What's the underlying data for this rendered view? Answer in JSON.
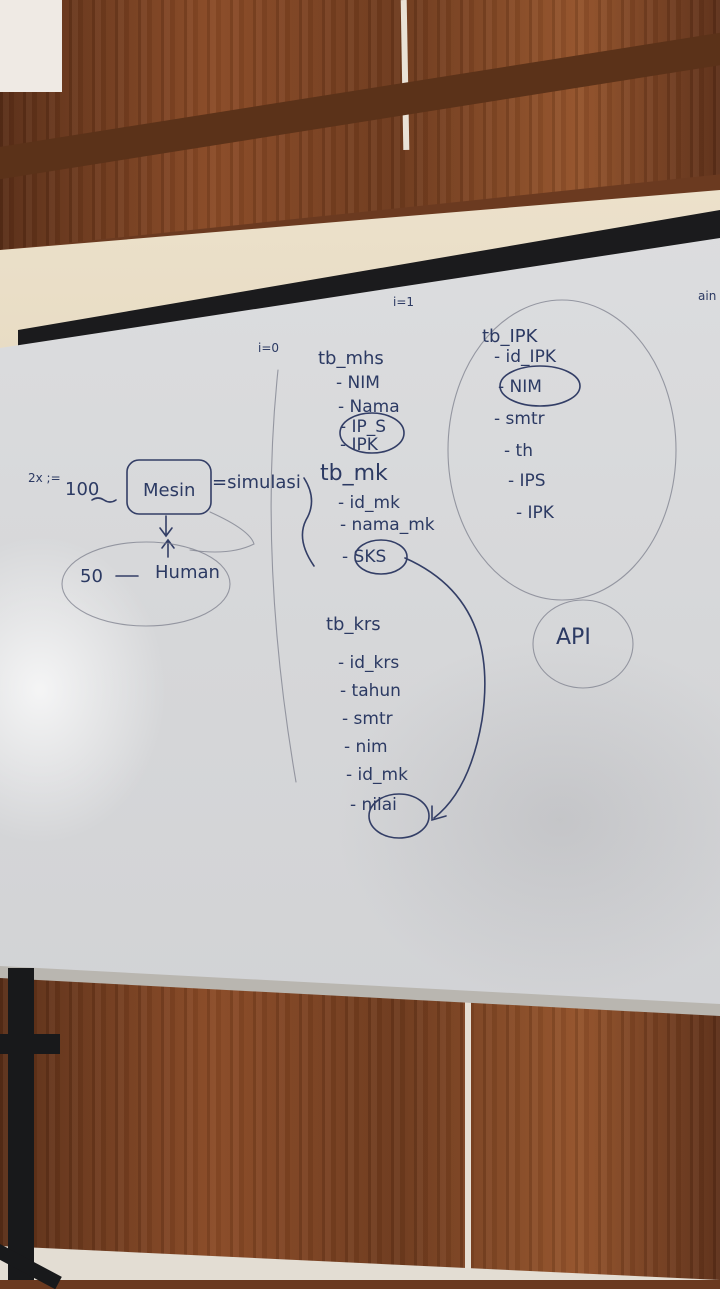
{
  "board": {
    "corner_top_right": "ain",
    "left_counter": "i=0",
    "mid_counter": "i=1",
    "left_diagram": {
      "hundred": "100",
      "machine": "Mesin",
      "simulation": "=simulasi",
      "fifty": "50",
      "human": "Human",
      "scribble": "2x ;="
    },
    "tb_mhs": {
      "title": "tb_mhs",
      "fields": [
        "- NIM",
        "- Nama",
        "- IP_S",
        "- IPK"
      ]
    },
    "tb_mk": {
      "title": "tb_mk",
      "fields": [
        "- id_mk",
        "- nama_mk",
        "- SKS"
      ]
    },
    "tb_krs": {
      "title": "tb_krs",
      "fields": [
        "- id_krs",
        "- tahun",
        "- smtr",
        "- nim",
        "- id_mk",
        "- nilai"
      ]
    },
    "tb_ipk": {
      "title": "tb_IPK",
      "fields": [
        "- id_IPK",
        "- NIM",
        "- smtr",
        "- th",
        "- IPS",
        "- IPK"
      ]
    },
    "api": "API"
  }
}
